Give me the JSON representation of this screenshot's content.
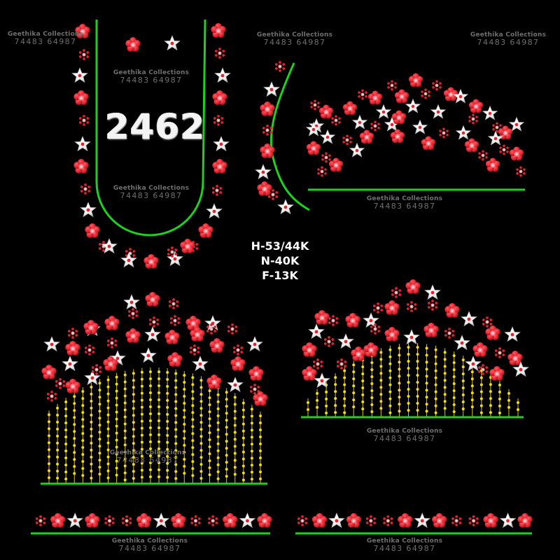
{
  "design": {
    "number": "2462",
    "stitch_counts": [
      "H-53/44K",
      "N-40K",
      "F-13K"
    ]
  },
  "watermark": {
    "name": "Geethika Collections",
    "phone": "74483 64987"
  },
  "colors": {
    "background": "#000000",
    "outline_green": "#1fd11f",
    "flower_red": "#e0232e",
    "flower_center": "#ff7a82",
    "star_white": "#f2f2f2",
    "bead_yellow": "#f2dc1a",
    "watermark_gray": "#6f6f6f"
  },
  "icons": [
    "red-flower-icon",
    "white-star-icon",
    "bead-ring-icon",
    "yellow-bead-strand-icon"
  ]
}
